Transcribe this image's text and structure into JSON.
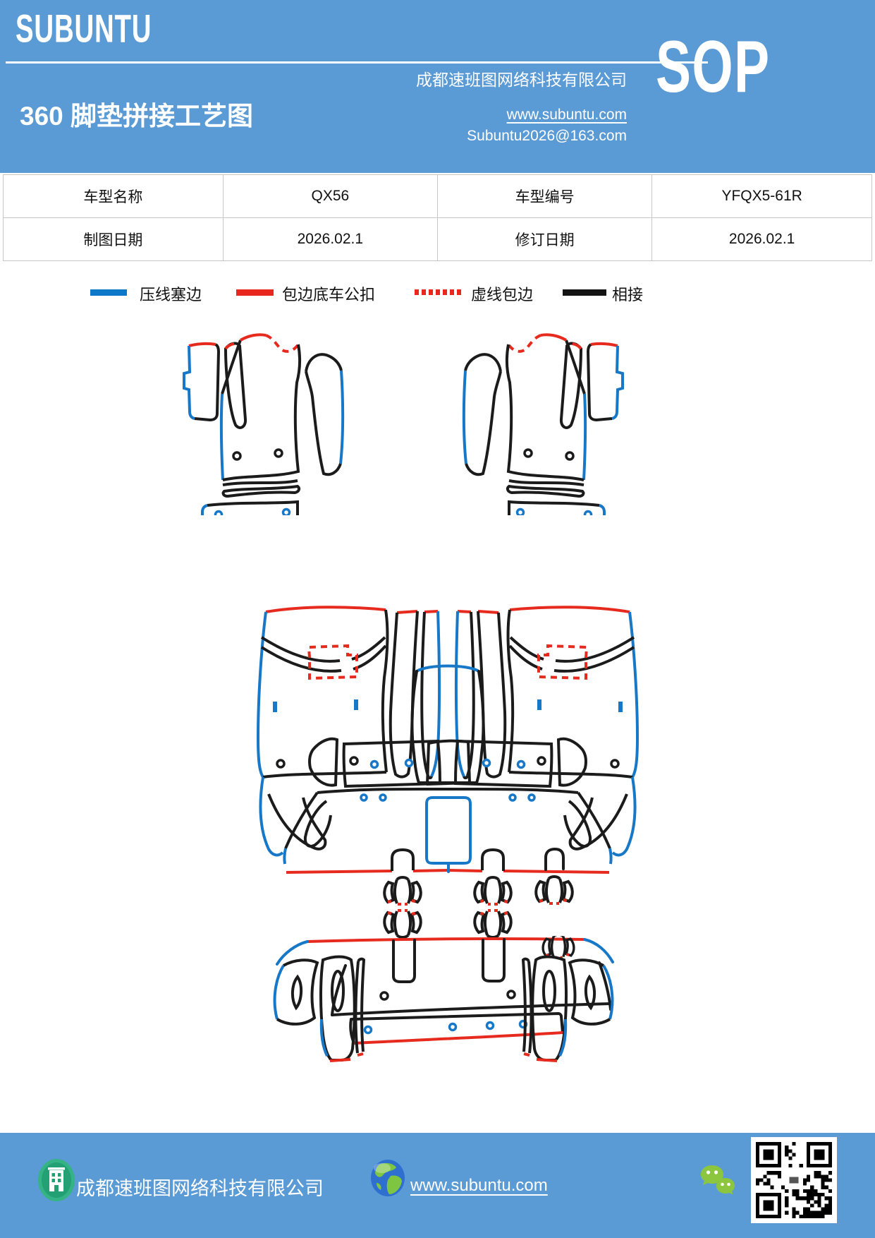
{
  "header": {
    "brand": "SUBUNTU",
    "company": "成都速班图网络科技有限公司",
    "title": "360 脚垫拼接工艺图",
    "website": "www.subuntu.com",
    "email": "Subuntu2026@163.com",
    "sop_label": "SOP",
    "banner_color": "#5b9bd5"
  },
  "info_table": {
    "rows": [
      {
        "cells": [
          "车型名称",
          "QX56",
          "车型编号",
          "YFQX5-61R"
        ]
      },
      {
        "cells": [
          "制图日期",
          "2026.02.1",
          "修订日期",
          "2026.02.1"
        ]
      }
    ]
  },
  "legend": {
    "items": [
      {
        "label": "压线塞边",
        "color": "#0d78c8",
        "style": "solid"
      },
      {
        "label": "包边底车公扣",
        "color": "#e8281e",
        "style": "solid"
      },
      {
        "label": "虚线包边",
        "color": "#e8281e",
        "style": "dashed"
      },
      {
        "label": "相接",
        "color": "#141414",
        "style": "solid"
      }
    ]
  },
  "diagram": {
    "line_colors": {
      "press_edge_blue": "#1878c8",
      "wrap_red": "#e62b1e",
      "join_black": "#1b1b1b"
    },
    "sections": [
      "front-mat-left",
      "front-mat-right",
      "rear-mat",
      "trunk-mat"
    ]
  },
  "footer": {
    "company": "成都速班图网络科技有限公司",
    "website": "www.subuntu.com",
    "band_color": "#5b9bd5",
    "icons": [
      "building-icon",
      "globe-icon",
      "wechat-icon",
      "qr-code"
    ]
  }
}
